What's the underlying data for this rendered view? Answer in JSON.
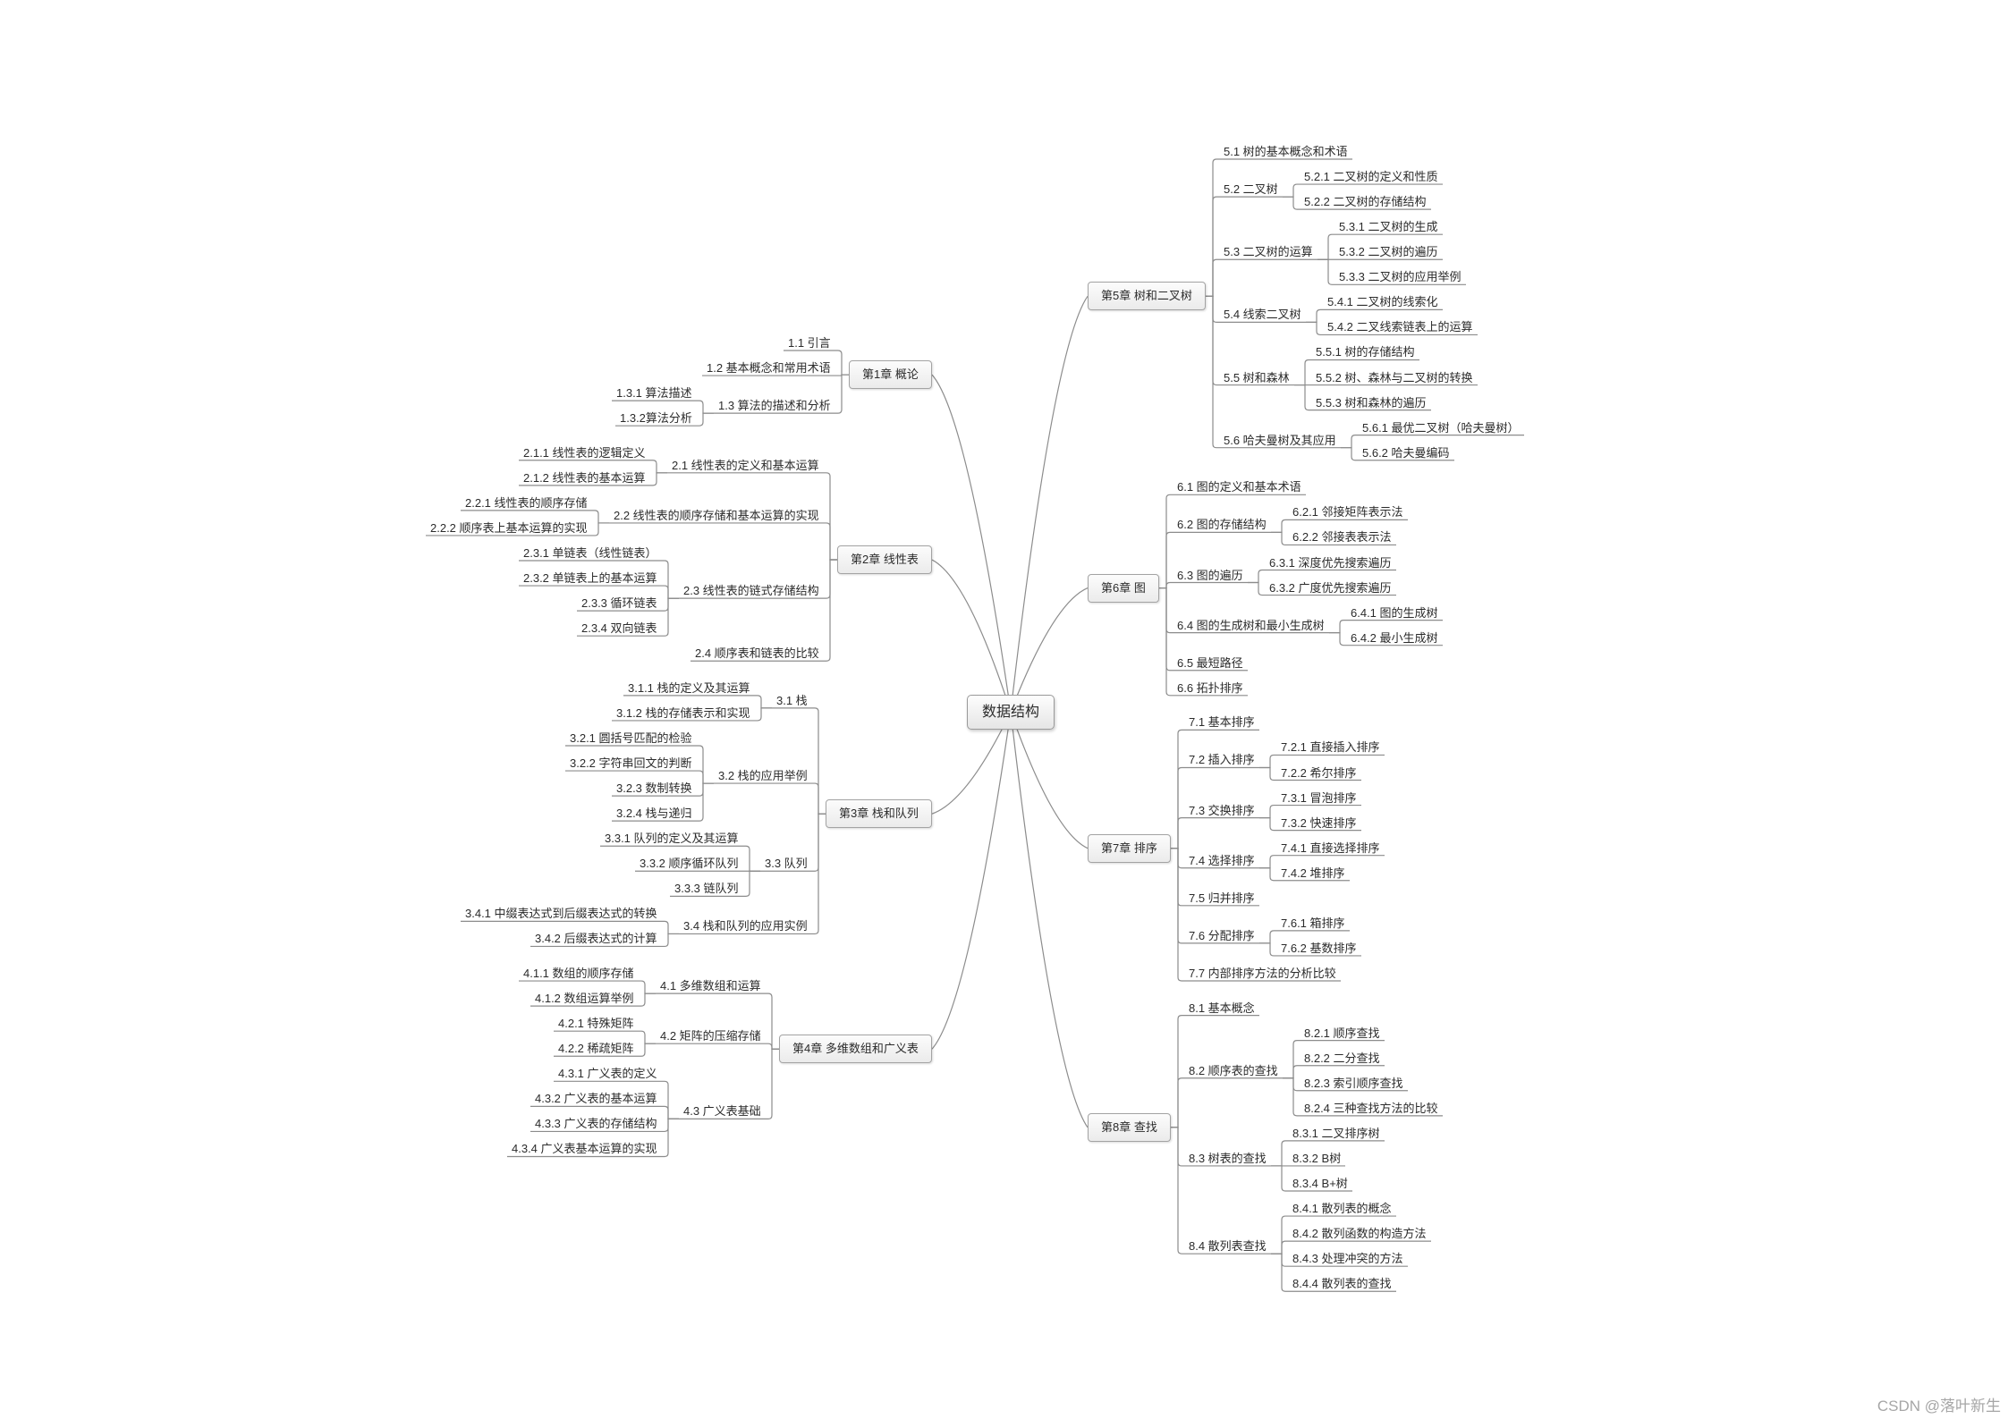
{
  "title": "数据结构",
  "chapters": [
    {
      "label": "第1章 概论",
      "topics": [
        {
          "label": "1.1 引言"
        },
        {
          "label": "1.2 基本概念和常用术语"
        },
        {
          "label": "1.3 算法的描述和分析",
          "subtopics": [
            "1.3.1 算法描述",
            "1.3.2算法分析"
          ]
        }
      ]
    },
    {
      "label": "第2章 线性表",
      "topics": [
        {
          "label": "2.1 线性表的定义和基本运算",
          "subtopics": [
            "2.1.1 线性表的逻辑定义",
            "2.1.2 线性表的基本运算"
          ]
        },
        {
          "label": "2.2 线性表的顺序存储和基本运算的实现",
          "subtopics": [
            "2.2.1 线性表的顺序存储",
            "2.2.2 顺序表上基本运算的实现"
          ]
        },
        {
          "label": "2.3 线性表的链式存储结构",
          "subtopics": [
            "2.3.1 单链表（线性链表）",
            "2.3.2 单链表上的基本运算",
            "2.3.3 循环链表",
            "2.3.4 双向链表"
          ]
        },
        {
          "label": "2.4 顺序表和链表的比较"
        }
      ]
    },
    {
      "label": "第3章 栈和队列",
      "topics": [
        {
          "label": "3.1 栈",
          "subtopics": [
            "3.1.1 栈的定义及其运算",
            "3.1.2 栈的存储表示和实现"
          ]
        },
        {
          "label": "3.2 栈的应用举例",
          "subtopics": [
            "3.2.1 圆括号匹配的检验",
            "3.2.2 字符串回文的判断",
            "3.2.3 数制转换",
            "3.2.4 栈与递归"
          ]
        },
        {
          "label": "3.3 队列",
          "subtopics": [
            "3.3.1 队列的定义及其运算",
            "3.3.2 顺序循环队列",
            "3.3.3 链队列"
          ]
        },
        {
          "label": "3.4 栈和队列的应用实例",
          "subtopics": [
            "3.4.1 中缀表达式到后缀表达式的转换",
            "3.4.2 后缀表达式的计算"
          ]
        }
      ]
    },
    {
      "label": "第4章 多维数组和广义表",
      "topics": [
        {
          "label": "4.1 多维数组和运算",
          "subtopics": [
            "4.1.1 数组的顺序存储",
            "4.1.2 数组运算举例"
          ]
        },
        {
          "label": "4.2 矩阵的压缩存储",
          "subtopics": [
            "4.2.1 特殊矩阵",
            "4.2.2 稀疏矩阵"
          ]
        },
        {
          "label": "4.3 广义表基础",
          "subtopics": [
            "4.3.1 广义表的定义",
            "4.3.2 广义表的基本运算",
            "4.3.3 广义表的存储结构",
            "4.3.4 广义表基本运算的实现"
          ]
        }
      ]
    },
    {
      "label": "第5章 树和二叉树",
      "topics": [
        {
          "label": "5.1 树的基本概念和术语"
        },
        {
          "label": "5.2 二叉树",
          "subtopics": [
            "5.2.1 二叉树的定义和性质",
            "5.2.2 二叉树的存储结构"
          ]
        },
        {
          "label": "5.3 二叉树的运算",
          "subtopics": [
            "5.3.1 二叉树的生成",
            "5.3.2 二叉树的遍历",
            "5.3.3 二叉树的应用举例"
          ]
        },
        {
          "label": "5.4 线索二叉树",
          "subtopics": [
            "5.4.1 二叉树的线索化",
            "5.4.2 二叉线索链表上的运算"
          ]
        },
        {
          "label": "5.5 树和森林",
          "subtopics": [
            "5.5.1 树的存储结构",
            "5.5.2 树、森林与二叉树的转换",
            "5.5.3 树和森林的遍历"
          ]
        },
        {
          "label": "5.6 哈夫曼树及其应用",
          "subtopics": [
            "5.6.1 最优二叉树（哈夫曼树）",
            "5.6.2 哈夫曼编码"
          ]
        }
      ]
    },
    {
      "label": "第6章 图",
      "topics": [
        {
          "label": "6.1 图的定义和基本术语"
        },
        {
          "label": "6.2 图的存储结构",
          "subtopics": [
            "6.2.1 邻接矩阵表示法",
            "6.2.2 邻接表表示法"
          ]
        },
        {
          "label": "6.3 图的遍历",
          "subtopics": [
            "6.3.1 深度优先搜索遍历",
            "6.3.2 广度优先搜索遍历"
          ]
        },
        {
          "label": "6.4 图的生成树和最小生成树",
          "subtopics": [
            "6.4.1 图的生成树",
            "6.4.2 最小生成树"
          ]
        },
        {
          "label": "6.5 最短路径"
        },
        {
          "label": "6.6 拓扑排序"
        }
      ]
    },
    {
      "label": "第7章 排序",
      "topics": [
        {
          "label": "7.1 基本排序"
        },
        {
          "label": "7.2 插入排序",
          "subtopics": [
            "7.2.1 直接插入排序",
            "7.2.2 希尔排序"
          ]
        },
        {
          "label": "7.3 交换排序",
          "subtopics": [
            "7.3.1 冒泡排序",
            "7.3.2 快速排序"
          ]
        },
        {
          "label": "7.4 选择排序",
          "subtopics": [
            "7.4.1 直接选择排序",
            "7.4.2 堆排序"
          ]
        },
        {
          "label": "7.5 归并排序"
        },
        {
          "label": "7.6 分配排序",
          "subtopics": [
            "7.6.1 箱排序",
            "7.6.2 基数排序"
          ]
        },
        {
          "label": "7.7 内部排序方法的分析比较"
        }
      ]
    },
    {
      "label": "第8章 查找",
      "topics": [
        {
          "label": "8.1 基本概念"
        },
        {
          "label": "8.2 顺序表的查找",
          "subtopics": [
            "8.2.1 顺序查找",
            "8.2.2 二分查找",
            "8.2.3 索引顺序查找",
            "8.2.4 三种查找方法的比较"
          ]
        },
        {
          "label": "8.3 树表的查找",
          "subtopics": [
            "8.3.1 二叉排序树",
            "8.3.2 B树",
            "8.3.4 B+树"
          ]
        },
        {
          "label": "8.4 散列表查找",
          "subtopics": [
            "8.4.1 散列表的概念",
            "8.4.2 散列函数的构造方法",
            "8.4.3 处理冲突的方法",
            "8.4.4 散列表的查找"
          ]
        }
      ]
    }
  ],
  "watermark": "CSDN @落叶新生",
  "colors": {
    "line": "#8c8c8c",
    "text": "#2b2b2b",
    "node_border": "#a3a3a3",
    "watermark": "#a6a6a6"
  }
}
